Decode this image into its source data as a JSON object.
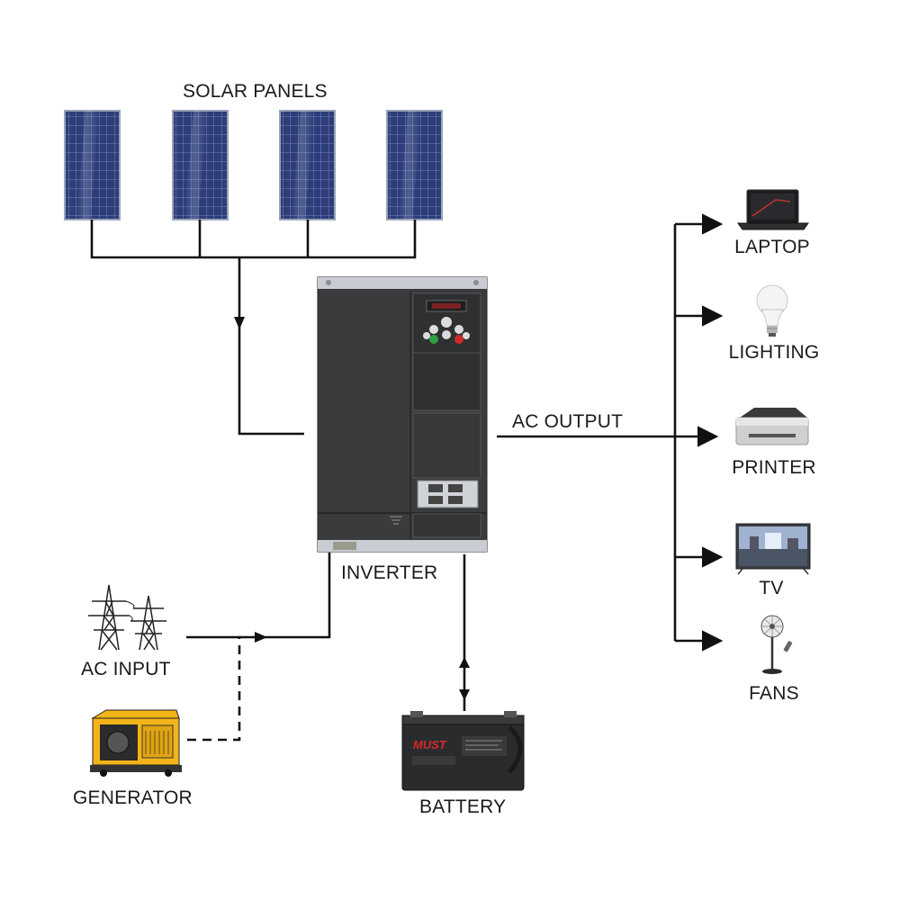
{
  "labels": {
    "solar_panels": "SOLAR PANELS",
    "inverter": "INVERTER",
    "ac_output": "AC OUTPUT",
    "ac_input": "AC INPUT",
    "generator": "GENERATOR",
    "battery": "BATTERY",
    "laptop": "LAPTOP",
    "lighting": "LIGHTING",
    "printer": "PRINTER",
    "tv": "TV",
    "fans": "FANS"
  },
  "battery_brand": "MUST",
  "colors": {
    "line": "#111111",
    "panel_blue": "#2b3c78",
    "inverter_body": "#3a3b3d",
    "generator_yellow": "#f2b418",
    "keypad_red": "#cf2a2a",
    "keypad_green": "#2ea043"
  }
}
